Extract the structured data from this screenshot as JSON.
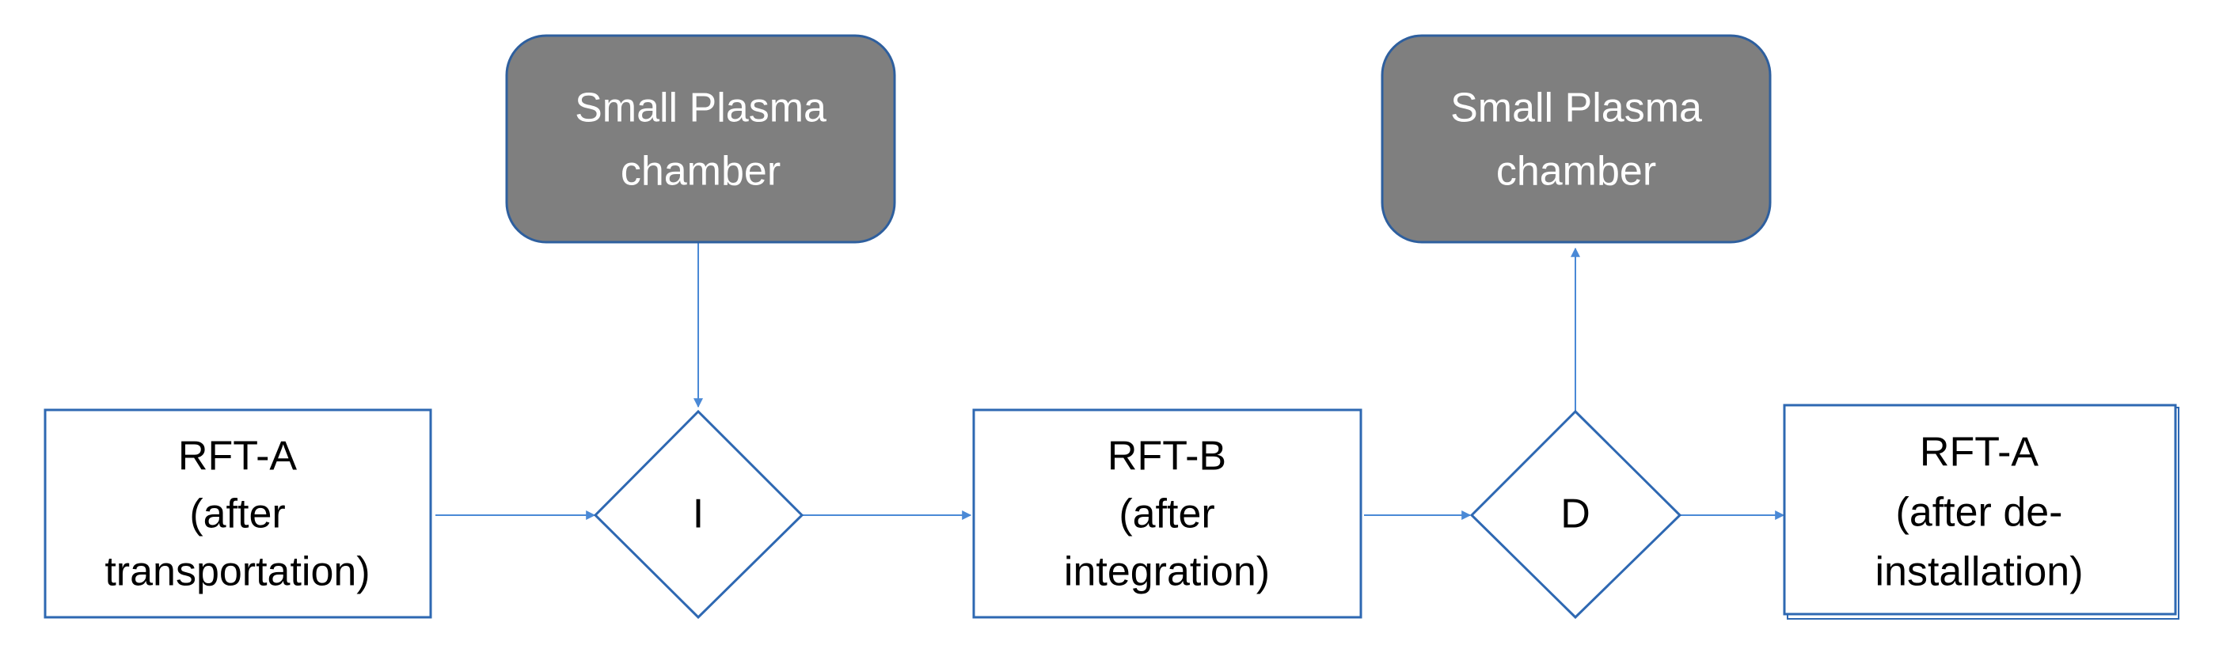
{
  "diagram": {
    "chamber_left": {
      "lines": [
        "Small Plasma",
        "chamber"
      ]
    },
    "chamber_right": {
      "lines": [
        "Small Plasma",
        "chamber"
      ]
    },
    "rft_a_first": {
      "lines": [
        "RFT-A",
        "(after",
        "transportation)"
      ]
    },
    "rft_b": {
      "lines": [
        "RFT-B",
        "(after",
        "integration)"
      ]
    },
    "rft_a_second": {
      "lines": [
        "RFT-A",
        "(after de-",
        "installation)"
      ]
    },
    "decision_i": {
      "label": "I"
    },
    "decision_d": {
      "label": "D"
    }
  },
  "colors": {
    "chamber_fill": "#7f7f7f",
    "chamber_border": "#2e5f9e",
    "box_border": "#2e68b2",
    "arrow": "#4a89d6",
    "text_dark": "#000000",
    "text_light": "#ffffff"
  }
}
